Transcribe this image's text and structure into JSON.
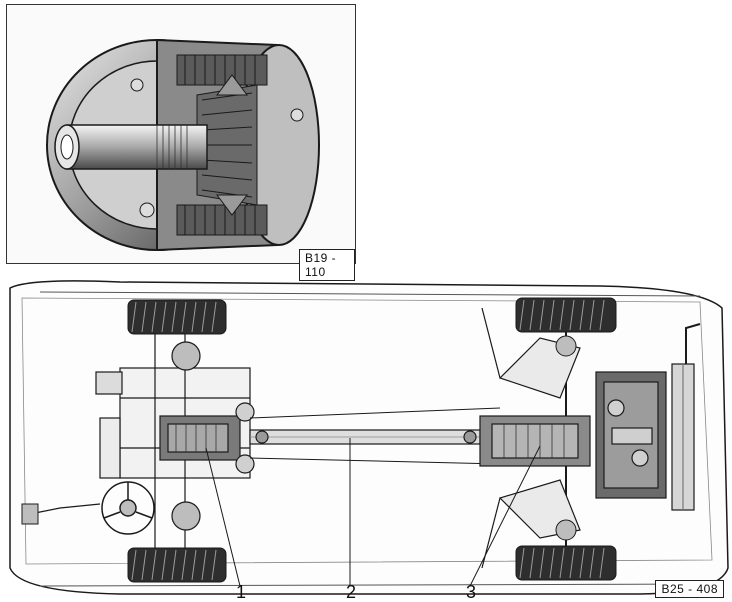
{
  "figures": {
    "top": {
      "label": "B19 - 110"
    },
    "bottom": {
      "label": "B25 - 408"
    }
  },
  "callouts": [
    {
      "number": "1"
    },
    {
      "number": "2"
    },
    {
      "number": "3"
    }
  ],
  "colors": {
    "ink": "#1a1a1a",
    "mid_gray": "#6e6e6e",
    "light_gray": "#bdbdbd",
    "paper": "#ffffff"
  }
}
